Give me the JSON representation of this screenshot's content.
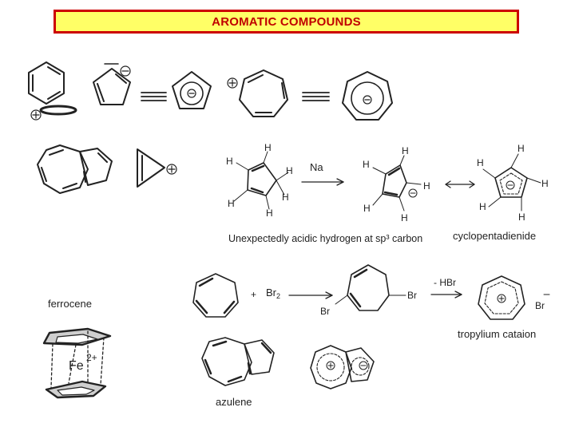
{
  "header": {
    "title": "AROMATIC COMPOUNDS"
  },
  "labels": {
    "acidic_hydrogen": "Unexpectedly acidic hydrogen at sp³ carbon",
    "cyclopentadienide": "cyclopentadienide",
    "ferrocene": "ferrocene",
    "tropylium_cation": "tropylium cataion",
    "azulene": "azulene"
  },
  "atoms": {
    "hydrogen": "H",
    "sodium": "Na",
    "bromine": "Br",
    "iron": "Fe",
    "iron_charge": "2+",
    "bromine_reagent": "Br",
    "bromine_reagent_subscript": "2",
    "hbr_loss": "- HBr",
    "plus": "+",
    "bromide": "Br"
  },
  "charges": {
    "positive": "+",
    "negative": "−"
  },
  "colors": {
    "title_bg": "#ffff66",
    "title_border": "#cc0000",
    "title_text": "#c00000",
    "ink": "#222222"
  }
}
